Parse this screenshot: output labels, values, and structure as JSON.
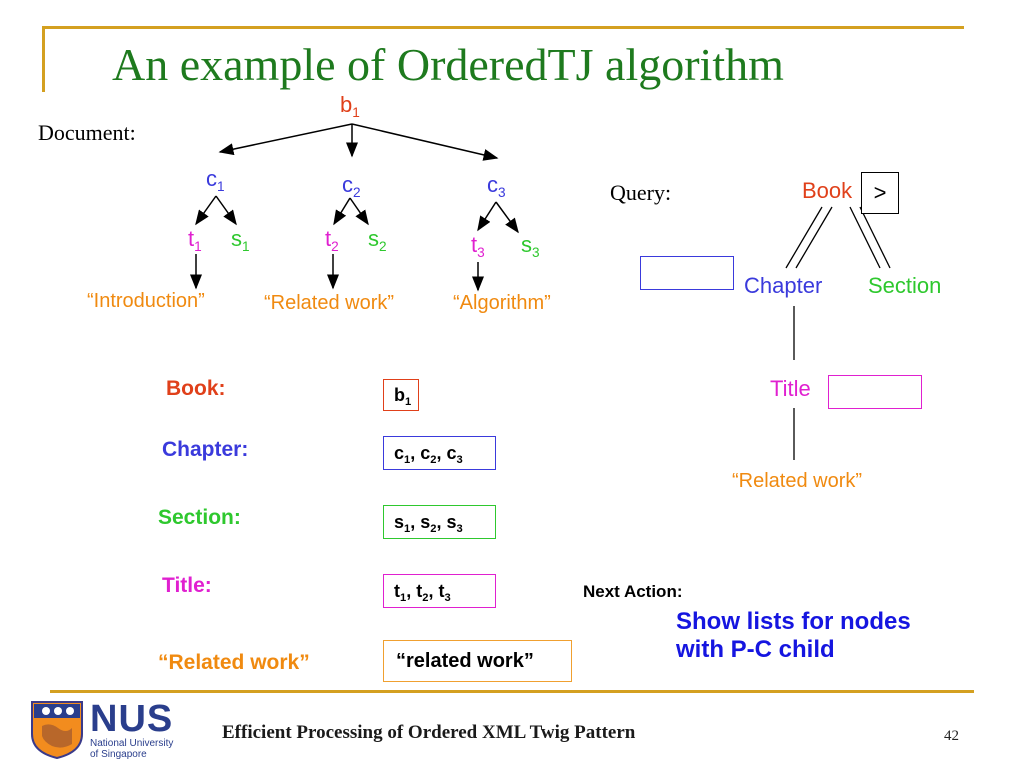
{
  "slide": {
    "title": "An example of OrderedTJ algorithm",
    "footer": "Efficient Processing of Ordered XML Twig Pattern",
    "page_number": "42",
    "colors": {
      "title": "#1e7a1e",
      "accent_rule": "#d4a020"
    }
  },
  "document_tree": {
    "label": "Document:",
    "root": {
      "name": "b",
      "sub": "1"
    },
    "chapters": [
      {
        "name": "c",
        "sub": "1",
        "title": {
          "name": "t",
          "sub": "1"
        },
        "section": {
          "name": "s",
          "sub": "1"
        },
        "text": "“Introduction”"
      },
      {
        "name": "c",
        "sub": "2",
        "title": {
          "name": "t",
          "sub": "2"
        },
        "section": {
          "name": "s",
          "sub": "2"
        },
        "text": "“Related work”"
      },
      {
        "name": "c",
        "sub": "3",
        "title": {
          "name": "t",
          "sub": "3"
        },
        "section": {
          "name": "s",
          "sub": "3"
        },
        "text": "“Algorithm”"
      }
    ]
  },
  "query_tree": {
    "label": "Query:",
    "root": "Book",
    "order_symbol": ">",
    "children": [
      "Chapter",
      "Section"
    ],
    "grandchild": "Title",
    "leaf_text": "“Related work”"
  },
  "streams": [
    {
      "label": "Book:",
      "items": [
        {
          "name": "b",
          "sub": "1"
        }
      ]
    },
    {
      "label": "Chapter:",
      "items": [
        {
          "name": "c",
          "sub": "1"
        },
        {
          "name": "c",
          "sub": "2"
        },
        {
          "name": "c",
          "sub": "3"
        }
      ]
    },
    {
      "label": "Section:",
      "items": [
        {
          "name": "s",
          "sub": "1"
        },
        {
          "name": "s",
          "sub": "2"
        },
        {
          "name": "s",
          "sub": "3"
        }
      ]
    },
    {
      "label": "Title:",
      "items": [
        {
          "name": "t",
          "sub": "1"
        },
        {
          "name": "t",
          "sub": "2"
        },
        {
          "name": "t",
          "sub": "3"
        }
      ]
    },
    {
      "label": "“Related work”",
      "text": "“related work”"
    }
  ],
  "next_action": {
    "label": "Next Action:",
    "line1": "Show lists for nodes",
    "line2": "with P-C child"
  },
  "logo": {
    "text": "NUS",
    "subtitle": "National University of Singapore"
  }
}
